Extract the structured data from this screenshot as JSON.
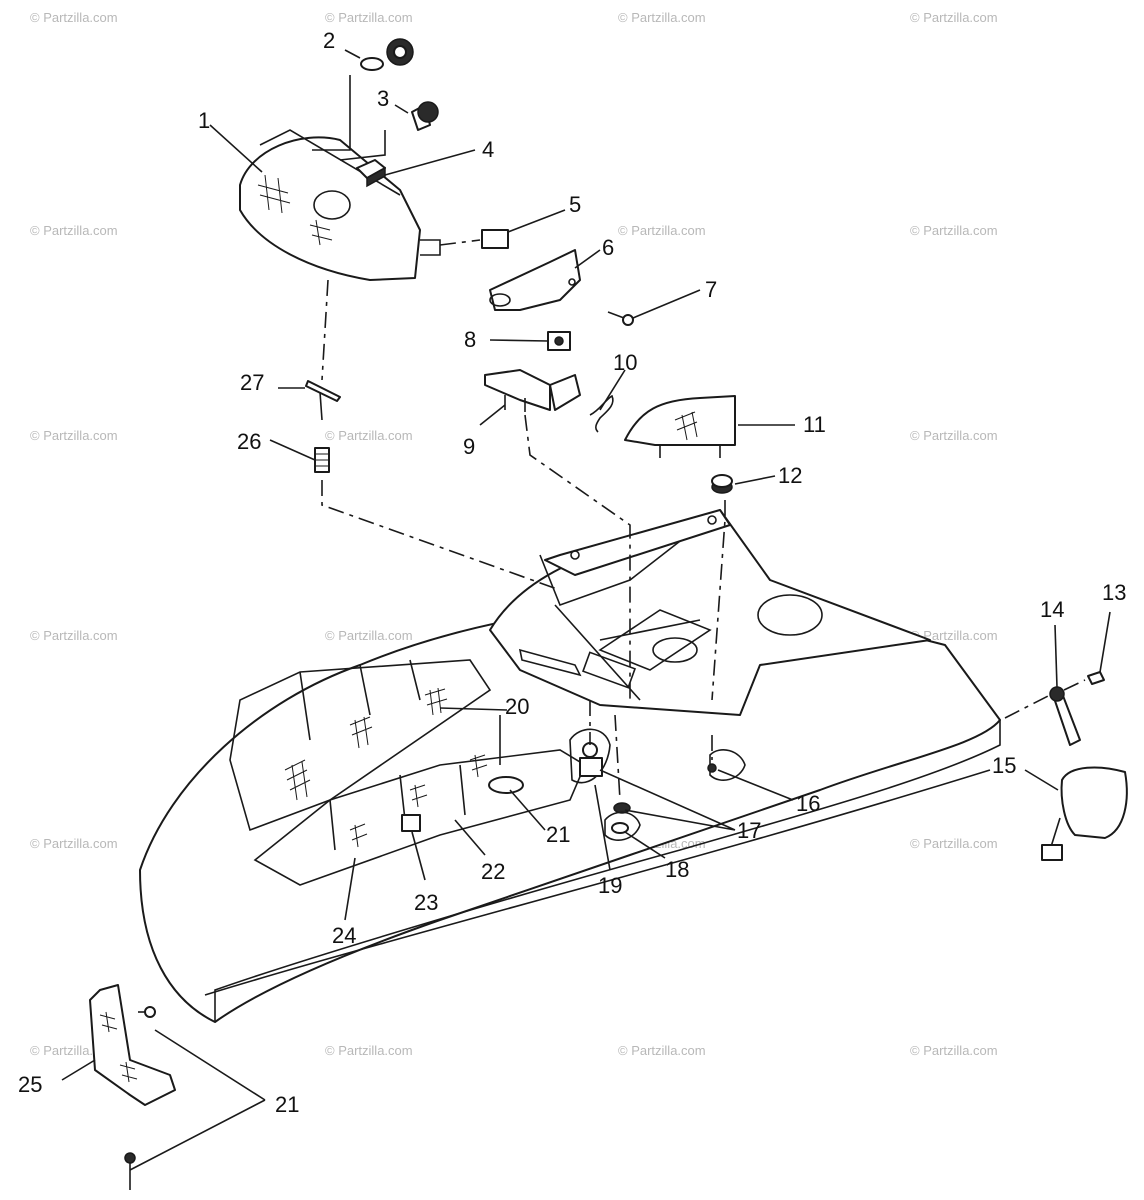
{
  "diagram": {
    "callouts": [
      "1",
      "2",
      "3",
      "4",
      "5",
      "6",
      "7",
      "8",
      "9",
      "10",
      "11",
      "12",
      "13",
      "14",
      "15",
      "16",
      "17",
      "18",
      "19",
      "20",
      "21",
      "22",
      "23",
      "24",
      "25",
      "21",
      "26",
      "27"
    ],
    "watermark": "© Partzilla.com"
  }
}
